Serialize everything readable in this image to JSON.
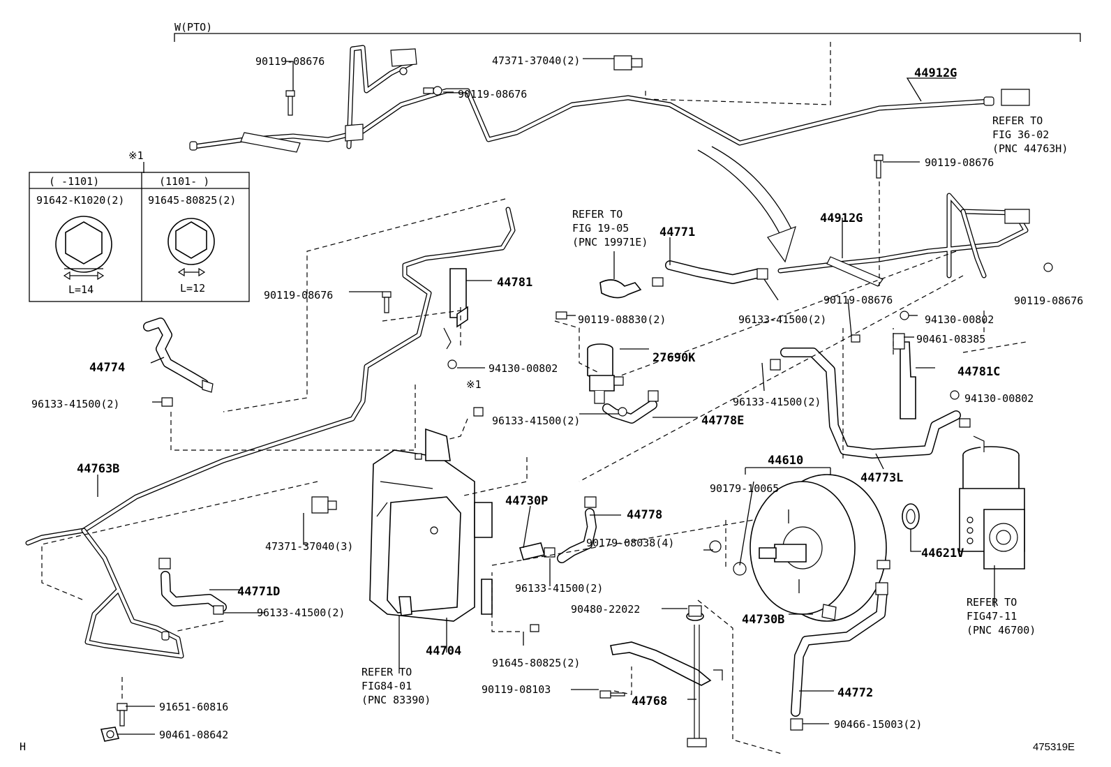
{
  "header": {
    "bracket_label": "W(PTO)"
  },
  "inset": {
    "mark": "※1",
    "col1_range": "(    -1101)",
    "col2_range": "(1101-     )",
    "col1_part": "91642-K1020(2)",
    "col2_part": "91645-80825(2)",
    "col1_length": "L=14",
    "col2_length": "L=12"
  },
  "refs": {
    "fig36": [
      "REFER TO",
      "FIG 36-02",
      "(PNC 44763H)"
    ],
    "fig19": [
      "REFER TO",
      "FIG 19-05",
      "(PNC 19971E)"
    ],
    "fig84": [
      "REFER TO",
      "FIG84-01",
      "(PNC 83390)"
    ],
    "fig47": [
      "REFER TO",
      "FIG47-11",
      "(PNC 46700)"
    ]
  },
  "labels": {
    "l_90119_08676_a": "90119-08676",
    "l_47371_37040_2": "47371-37040(2)",
    "l_90119_08676_b": "90119-08676",
    "l_44912G_top": "44912G",
    "l_90119_08676_c": "90119-08676",
    "l_44771": "44771",
    "l_44912G_mid": "44912G",
    "l_90119_08676_d": "90119-08676",
    "l_44781": "44781",
    "l_96133_41500_2_a": "96133-41500(2)",
    "l_90119_08676_e": "90119-08676",
    "l_94130_00802_a": "94130-00802",
    "l_90119_08676_f": "90119-08676",
    "l_90119_08830_2": "90119-08830(2)",
    "l_90461_08385": "90461-08385",
    "l_44774": "44774",
    "l_94130_00802_b": "94130-00802",
    "l_27690K": "27690K",
    "l_44781C": "44781C",
    "l_96133_41500_2_b": "96133-41500(2)",
    "l_96133_41500_2_c": "96133-41500(2)",
    "l_94130_00802_c": "94130-00802",
    "l_mark1_b": "※1",
    "l_96133_41500_2_d": "96133-41500(2)",
    "l_44778E": "44778E",
    "l_44610": "44610",
    "l_44763B": "44763B",
    "l_44773L": "44773L",
    "l_90179_10065": "90179-10065",
    "l_44730P": "44730P",
    "l_44778": "44778",
    "l_47371_37040_3": "47371-37040(3)",
    "l_90179_08038_4": "90179-08038(4)",
    "l_44621V": "44621V",
    "l_44771D": "44771D",
    "l_96133_41500_2_e": "96133-41500(2)",
    "l_96133_41500_2_f": "96133-41500(2)",
    "l_90480_22022": "90480-22022",
    "l_44730B": "44730B",
    "l_44704": "44704",
    "l_91645_80825_2": "91645-80825(2)",
    "l_90119_08103": "90119-08103",
    "l_44772": "44772",
    "l_44768": "44768",
    "l_91651_60816": "91651-60816",
    "l_90461_08642": "90461-08642",
    "l_90466_15003_2": "90466-15003(2)"
  },
  "footer": {
    "left_code": "H",
    "figure_id": "475319E"
  }
}
